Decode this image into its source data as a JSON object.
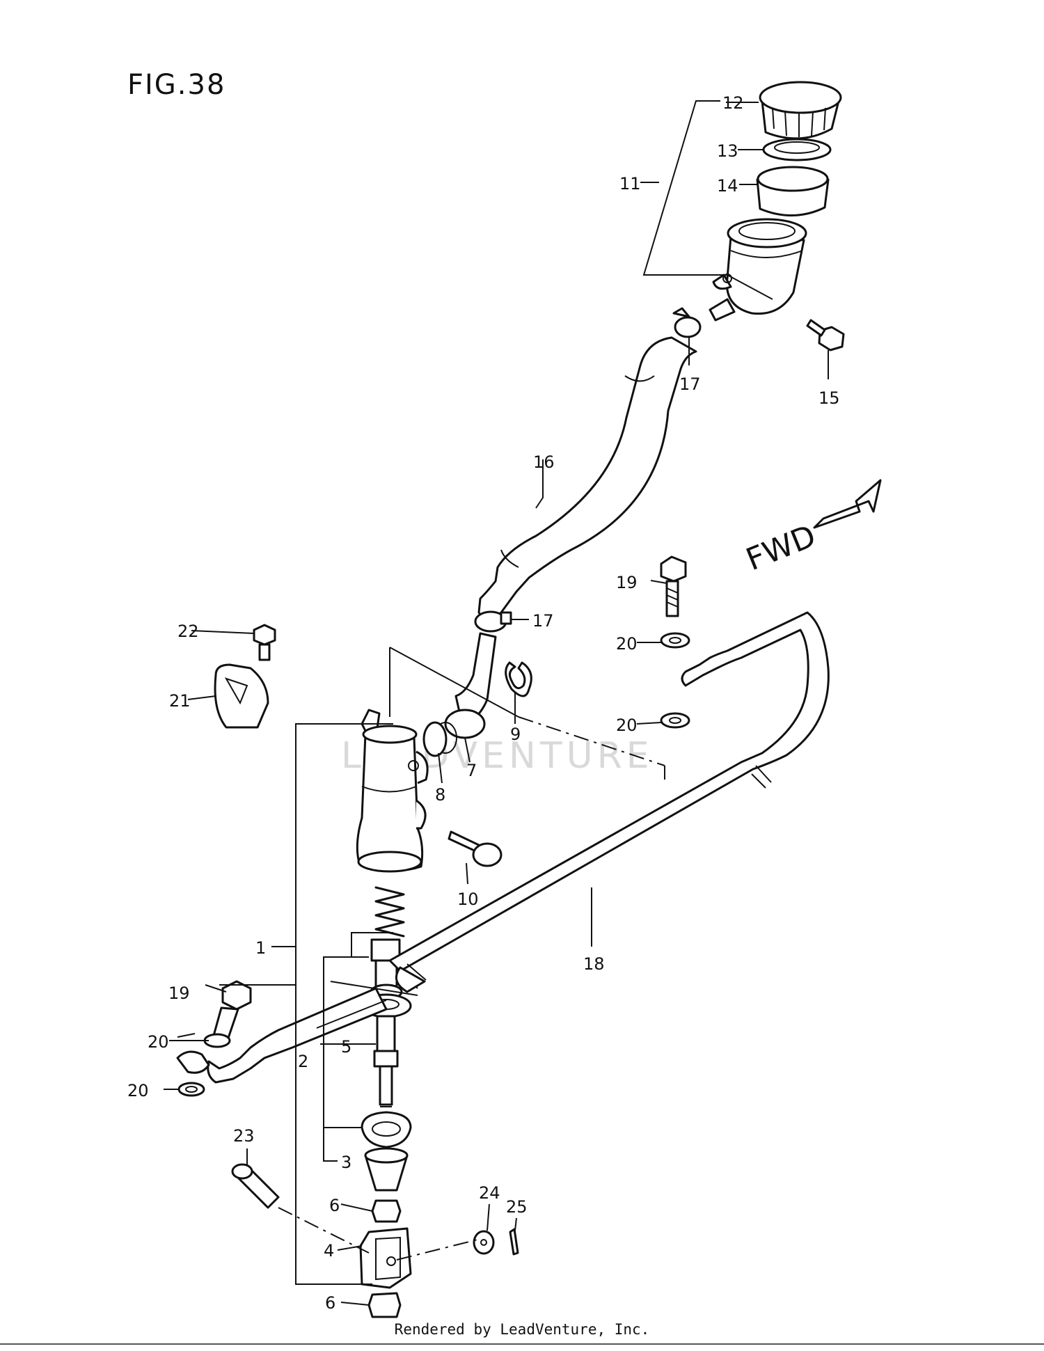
{
  "figure_title": "FIG.38",
  "direction_label": "FWD",
  "watermark": "LEADVENTURE",
  "footer": "Rendered by LeadVenture, Inc.",
  "callouts": [
    "1",
    "2",
    "3",
    "4",
    "5",
    "6",
    "6",
    "7",
    "8",
    "9",
    "10",
    "11",
    "12",
    "13",
    "14",
    "15",
    "16",
    "17",
    "17",
    "18",
    "19",
    "19",
    "20",
    "20",
    "20",
    "20",
    "21",
    "22",
    "23",
    "24",
    "25"
  ]
}
